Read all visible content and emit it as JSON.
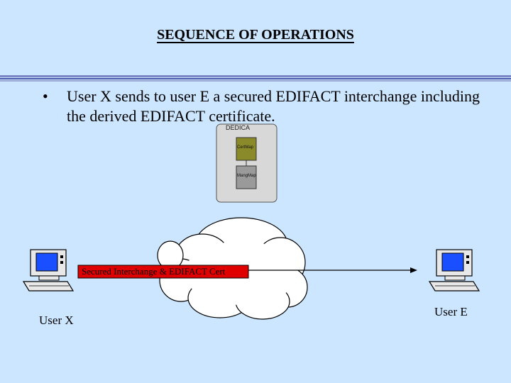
{
  "slide": {
    "title": "SEQUENCE OF OPERATIONS",
    "bullet": "User X sends to user E a secured EDIFACT interchange including the derived EDIFACT certificate.",
    "bullet_marker": "•"
  },
  "dedica": {
    "label": "DEDICA",
    "modules": [
      "CertMap",
      "MangMap"
    ]
  },
  "network": {
    "arrow_label": "Secured Interchange & EDIFACT Cert"
  },
  "users": {
    "sender": "User X",
    "receiver": "User E"
  },
  "colors": {
    "background": "#cce6ff",
    "title_rule": "#5b6fb3",
    "certmap": "#8a8a2a",
    "mangmap": "#9a9a9a",
    "label_box": "#e00000"
  }
}
